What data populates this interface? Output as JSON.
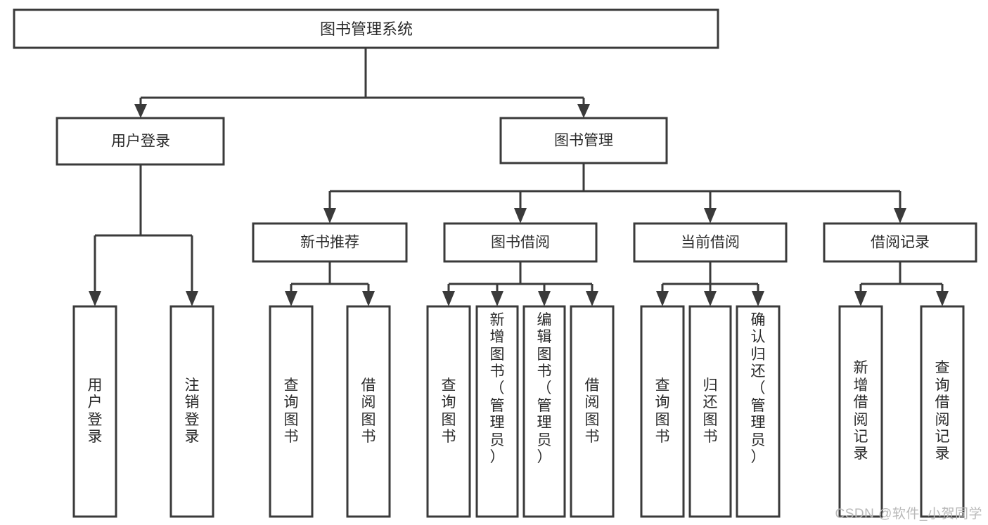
{
  "diagram": {
    "title": "图书管理系统",
    "type": "tree",
    "orientation": "top-down",
    "colors": {
      "background": "#ffffff",
      "box_stroke": "#3a3a3a",
      "box_fill": "#ffffff",
      "text": "#2b2b2b",
      "watermark": "#b9b9b9"
    },
    "watermark": "CSDN @软件_小贺同学",
    "levels": {
      "root": "图书管理系统",
      "level2": [
        "用户登录",
        "图书管理"
      ],
      "level3": [
        "新书推荐",
        "图书借阅",
        "当前借阅",
        "借阅记录"
      ]
    },
    "nodes": {
      "root": {
        "label": "图书管理系统"
      },
      "user_login": {
        "label": "用户登录"
      },
      "book_manage": {
        "label": "图书管理"
      },
      "new_book_rec": {
        "label": "新书推荐"
      },
      "book_borrow": {
        "label": "图书借阅"
      },
      "current_borrow": {
        "label": "当前借阅"
      },
      "borrow_record": {
        "label": "借阅记录"
      }
    },
    "leaves": {
      "user_login": [
        {
          "label": "用户登录",
          "lines": [
            "用",
            "户",
            "登",
            "录"
          ]
        },
        {
          "label": "注销登录",
          "lines": [
            "注",
            "销",
            "登",
            "录"
          ]
        }
      ],
      "new_book_rec": [
        {
          "label": "查询图书",
          "lines": [
            "查",
            "询",
            "图",
            "书"
          ]
        },
        {
          "label": "借阅图书",
          "lines": [
            "借",
            "阅",
            "图",
            "书"
          ]
        }
      ],
      "book_borrow": [
        {
          "label": "查询图书",
          "lines": [
            "查",
            "询",
            "图",
            "书"
          ]
        },
        {
          "label": "新增图书（管理员）",
          "lines": [
            "新",
            "增",
            "图",
            "书",
            "（",
            "管",
            "理",
            "员",
            "）"
          ]
        },
        {
          "label": "编辑图书（管理员）",
          "lines": [
            "编",
            "辑",
            "图",
            "书",
            "（",
            "管",
            "理",
            "员",
            "）"
          ]
        },
        {
          "label": "借阅图书",
          "lines": [
            "借",
            "阅",
            "图",
            "书"
          ]
        }
      ],
      "current_borrow": [
        {
          "label": "查询图书",
          "lines": [
            "查",
            "询",
            "图",
            "书"
          ]
        },
        {
          "label": "归还图书",
          "lines": [
            "归",
            "还",
            "图",
            "书"
          ]
        },
        {
          "label": "确认归还（管理员）",
          "lines": [
            "确",
            "认",
            "归",
            "还",
            "（",
            "管",
            "理",
            "员",
            "）"
          ]
        }
      ],
      "borrow_record": [
        {
          "label": "新增借阅记录",
          "lines": [
            "新",
            "增",
            "借",
            "阅",
            "记",
            "录"
          ]
        },
        {
          "label": "查询借阅记录",
          "lines": [
            "查",
            "询",
            "借",
            "阅",
            "记",
            "录"
          ]
        }
      ]
    }
  }
}
